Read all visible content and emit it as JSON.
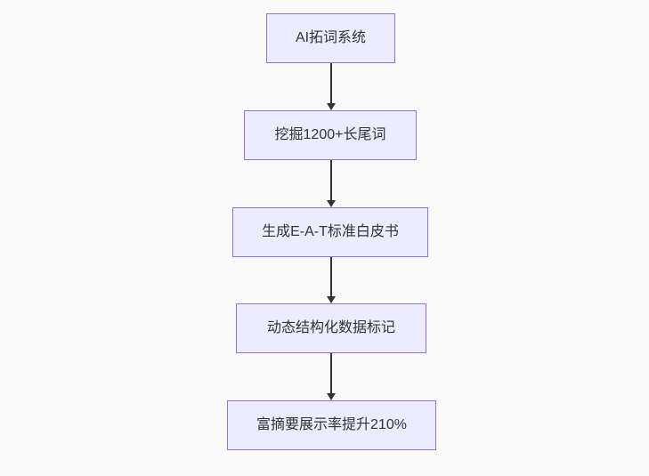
{
  "page": {
    "background": "#fafafa"
  },
  "flowchart": {
    "type": "flowchart-top-down",
    "style": {
      "node_fill": "#ececff",
      "node_border": "#9370db",
      "text_color": "#333333",
      "arrow_color": "#333333"
    },
    "nodes": [
      {
        "label": "AI拓词系统"
      },
      {
        "label": "挖掘1200+长尾词"
      },
      {
        "label": "生成E-A-T标准白皮书"
      },
      {
        "label": "动态结构化数据标记"
      },
      {
        "label": "富摘要展示率提升210%"
      }
    ],
    "edges": [
      {
        "from": 0,
        "to": 1
      },
      {
        "from": 1,
        "to": 2
      },
      {
        "from": 2,
        "to": 3
      },
      {
        "from": 3,
        "to": 4
      }
    ]
  }
}
